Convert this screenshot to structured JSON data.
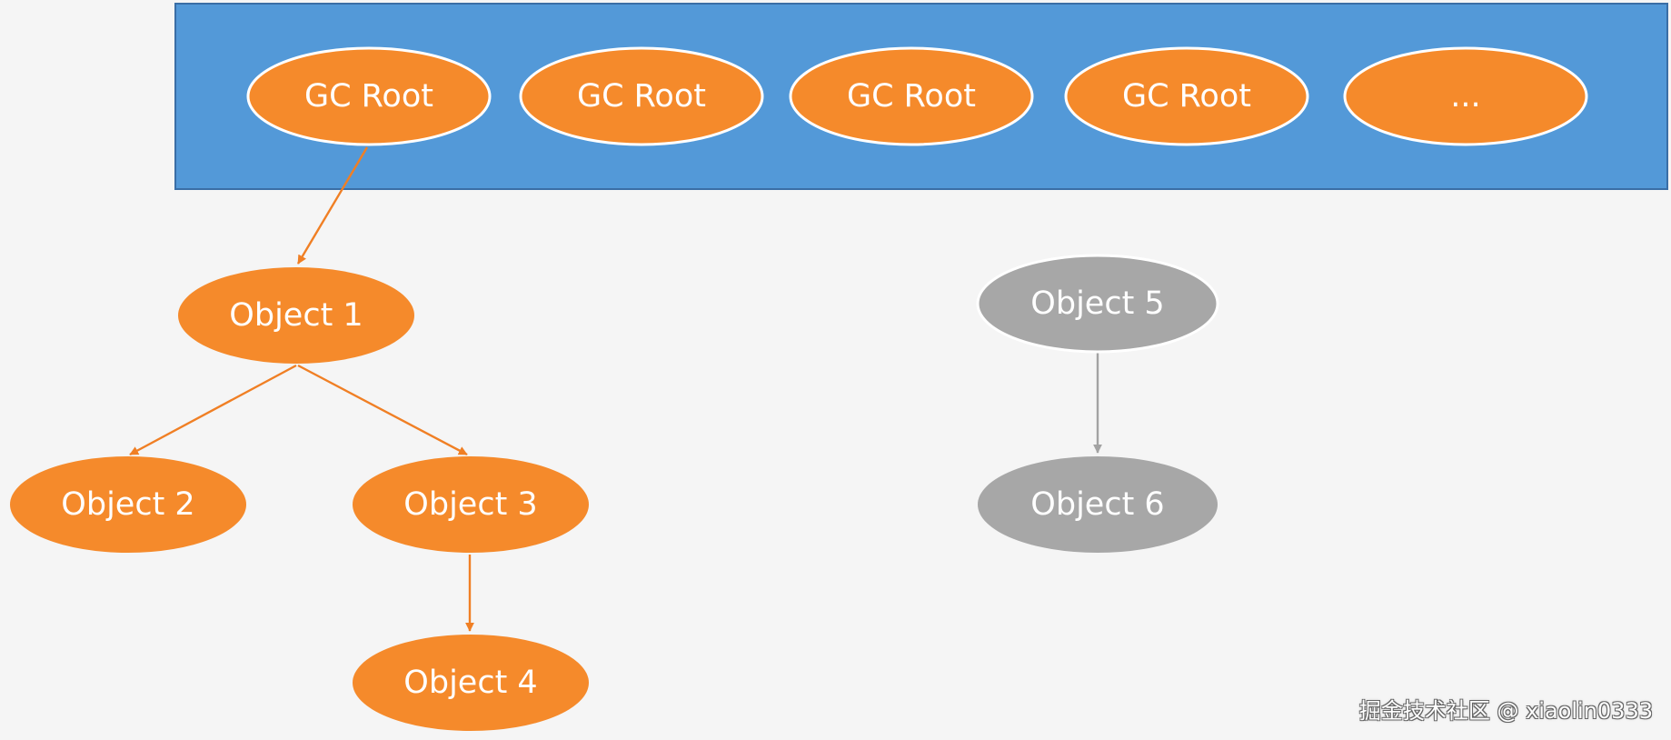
{
  "gc_roots": [
    {
      "label": "GC Root"
    },
    {
      "label": "GC Root"
    },
    {
      "label": "GC Root"
    },
    {
      "label": "GC Root"
    },
    {
      "label": "..."
    }
  ],
  "objects": [
    {
      "label": "Object 1",
      "reachable": true
    },
    {
      "label": "Object 2",
      "reachable": true
    },
    {
      "label": "Object 3",
      "reachable": true
    },
    {
      "label": "Object 4",
      "reachable": true
    },
    {
      "label": "Object 5",
      "reachable": false
    },
    {
      "label": "Object 6",
      "reachable": false
    }
  ],
  "references": [
    {
      "from": "GC Root 1",
      "to": "Object 1"
    },
    {
      "from": "Object 1",
      "to": "Object 2"
    },
    {
      "from": "Object 1",
      "to": "Object 3"
    },
    {
      "from": "Object 3",
      "to": "Object 4"
    },
    {
      "from": "Object 5",
      "to": "Object 6"
    }
  ],
  "watermark": "掘金技术社区 @ xiaolin0333",
  "colors": {
    "background": "#f5f5f5",
    "roots_panel": "#5399d8",
    "reachable_node": "#f58a2b",
    "unreachable_node": "#a7a7a7",
    "node_text": "#ffffff"
  }
}
